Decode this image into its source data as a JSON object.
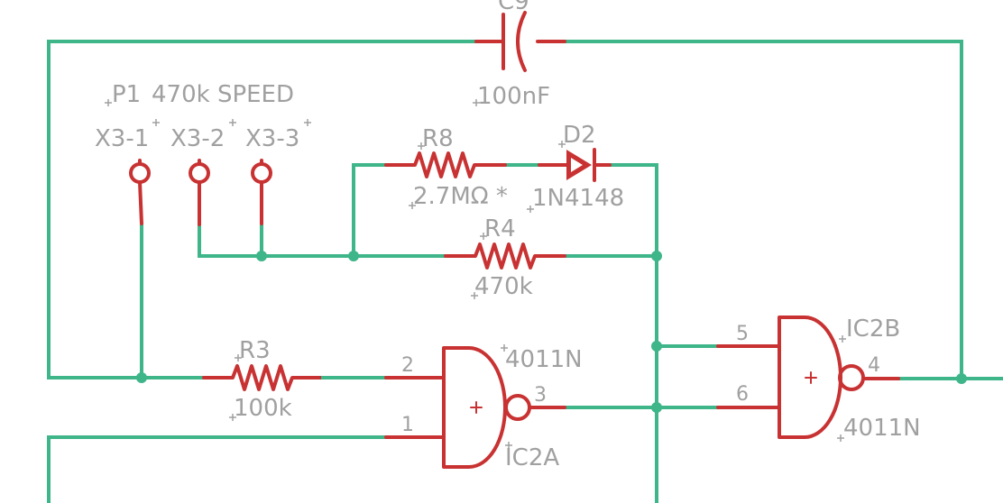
{
  "components": {
    "c9": {
      "name": "C9",
      "value": "100nF"
    },
    "p1": {
      "name": "P1",
      "value": "470k SPEED",
      "pins": [
        "X3-1",
        "X3-2",
        "X3-3"
      ]
    },
    "r8": {
      "name": "R8",
      "value": "2.7MΩ *"
    },
    "d2": {
      "name": "D2",
      "value": "1N4148"
    },
    "r4": {
      "name": "R4",
      "value": "470k"
    },
    "r3": {
      "name": "R3",
      "value": "100k"
    },
    "ic2a": {
      "name": "IC2A",
      "value": "4011N",
      "pins": [
        "2",
        "1",
        "3"
      ]
    },
    "ic2b": {
      "name": "IC2B",
      "value": "4011N",
      "pins": [
        "5",
        "6",
        "4"
      ]
    }
  },
  "colors": {
    "wire": "#3fb58a",
    "part": "#c83232",
    "label": "#a0a0a0",
    "background": "#ffffff"
  }
}
